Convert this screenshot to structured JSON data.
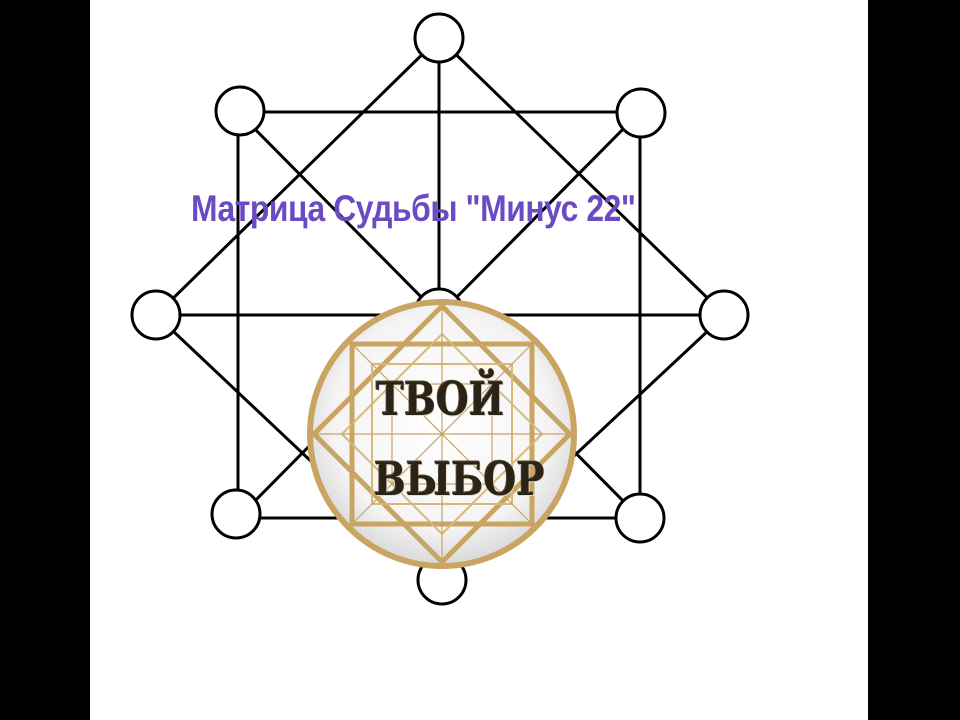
{
  "title": "Матрица Судьбы \"Минус 22\"",
  "emblem": {
    "line1": "ТВОЙ",
    "line2": "ВЫБОР"
  },
  "colors": {
    "background": "#ffffff",
    "frame": "#000000",
    "title": "#6a4bc4",
    "emblem_gold": "#c9a463",
    "emblem_text": "#2a2418"
  }
}
